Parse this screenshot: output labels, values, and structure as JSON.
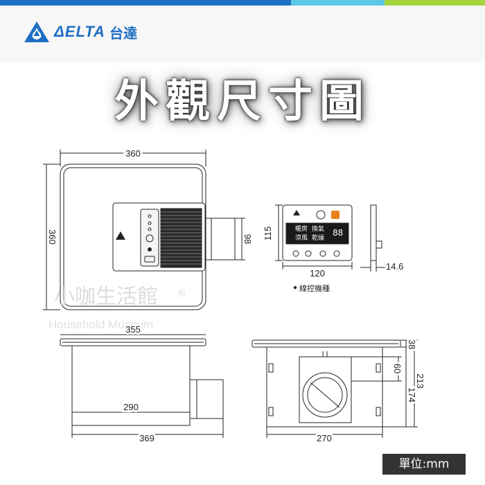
{
  "header": {
    "brand": "ΔELTA",
    "brand_zh": "台達",
    "colors": {
      "blue": "#1e6fc4",
      "cyan": "#5bc8e6",
      "green": "#a6d43c"
    }
  },
  "title": "外觀尺寸圖",
  "front_view": {
    "width": "360",
    "height": "360",
    "duct": "98"
  },
  "controller": {
    "height": "115",
    "width": "120",
    "depth": "14.6",
    "row1": "暖房",
    "row1b": "換氣",
    "row2": "涼風",
    "row2b": "乾燥",
    "digits": "88",
    "caption": "線控機種"
  },
  "bottom_view": {
    "panel": "355",
    "duct_length": "290",
    "total": "369"
  },
  "side_view": {
    "width": "270",
    "flange": "38",
    "duct": "60",
    "total": "213",
    "body": "174"
  },
  "watermark": {
    "zh": "小咖生活館",
    "en": "Household Museum",
    "mark": "®"
  },
  "unit_label": "單位:mm"
}
